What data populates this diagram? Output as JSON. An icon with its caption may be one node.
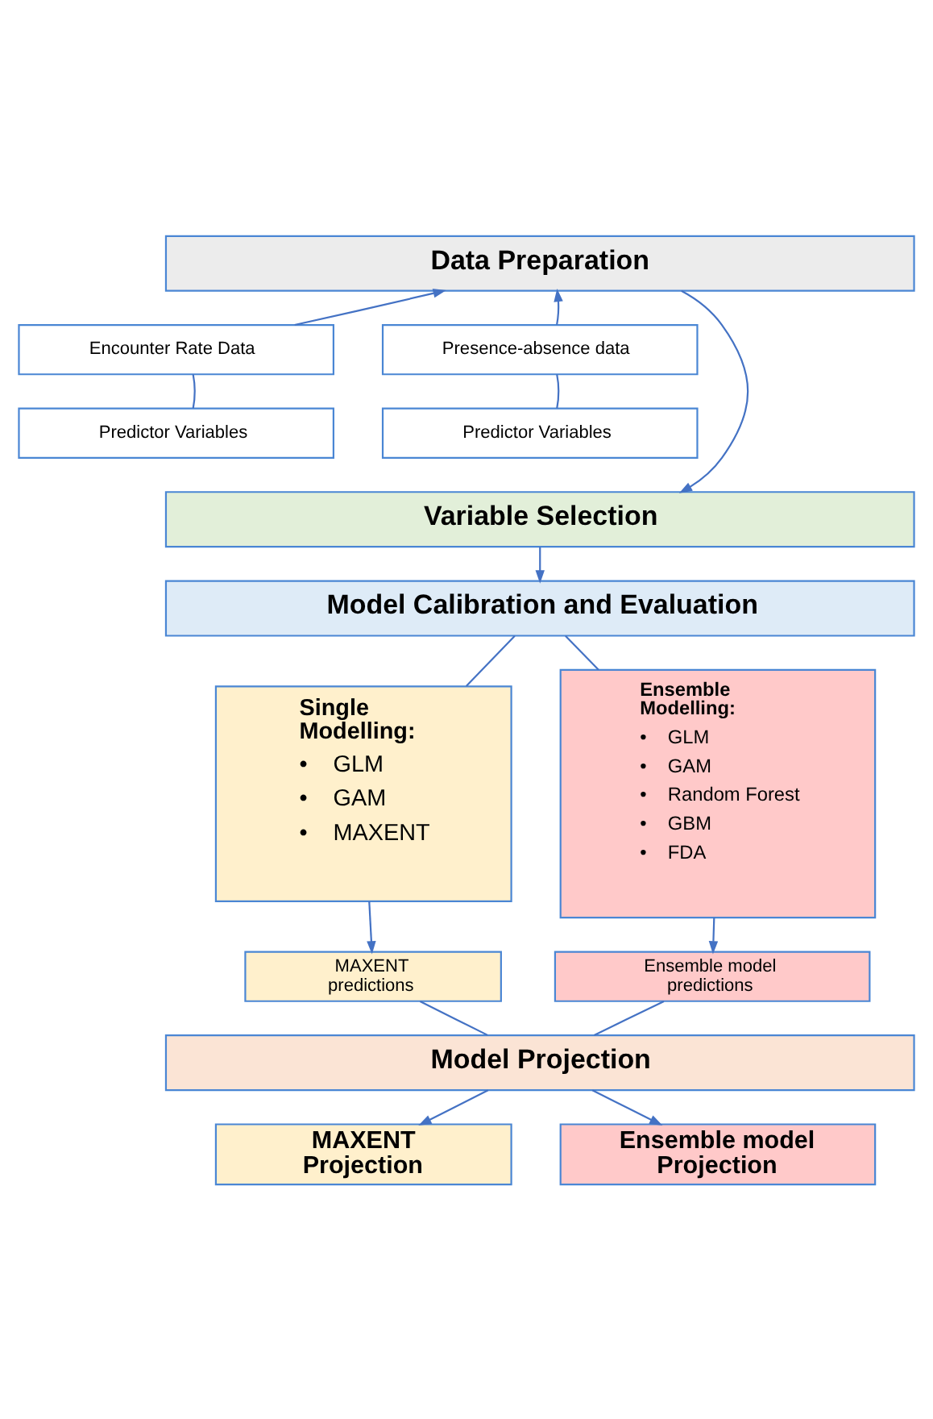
{
  "diagram": {
    "nodes": [
      {
        "text": [
          "Data Preparation"
        ]
      },
      {
        "text": [
          "Encounter Rate Data"
        ]
      },
      {
        "text": [
          "Presence-absence data"
        ]
      },
      {
        "text": [
          "Predictor Variables"
        ]
      },
      {
        "text": [
          "Predictor Variables"
        ]
      },
      {
        "text": [
          "Variable Selection"
        ]
      },
      {
        "text": [
          "Model Calibration and Evaluation"
        ]
      },
      {
        "text": [
          "Single Modelling:",
          "• GLM",
          "• GAM",
          "• MAXENT"
        ]
      },
      {
        "text": [
          "Ensemble Modelling:",
          "• GLM",
          "• GAM",
          "• Random Forest",
          "• GBM",
          "• FDA"
        ]
      },
      {
        "text": [
          "MAXENT predictions"
        ]
      },
      {
        "text": [
          "Ensemble model predictions"
        ]
      },
      {
        "text": [
          "Model Projection"
        ]
      },
      {
        "text": [
          "MAXENT Projection"
        ]
      },
      {
        "text": [
          "Ensemble model Projection"
        ]
      }
    ],
    "edges": [
      {
        "from": 1,
        "to": 0,
        "arrow": "to"
      },
      {
        "from": 3,
        "to": 1,
        "arrow": "none"
      },
      {
        "from": 2,
        "to": 0,
        "arrow": "to"
      },
      {
        "from": 4,
        "to": 2,
        "arrow": "none"
      },
      {
        "from": 0,
        "to": 5,
        "arrow": "to"
      },
      {
        "from": 5,
        "to": 6,
        "arrow": "to"
      },
      {
        "from": 6,
        "to": 7,
        "arrow": "none"
      },
      {
        "from": 6,
        "to": 8,
        "arrow": "none"
      },
      {
        "from": 7,
        "to": 9,
        "arrow": "to"
      },
      {
        "from": 8,
        "to": 10,
        "arrow": "to"
      },
      {
        "from": 9,
        "to": 11,
        "arrow": "none"
      },
      {
        "from": 10,
        "to": 11,
        "arrow": "none"
      },
      {
        "from": 11,
        "to": 12,
        "arrow": "to"
      },
      {
        "from": 11,
        "to": 13,
        "arrow": "to"
      }
    ]
  }
}
